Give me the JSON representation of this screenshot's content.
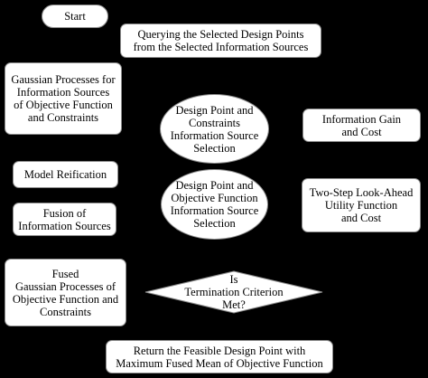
{
  "nodes": {
    "start": "Start",
    "query": "Querying the Selected Design Points\nfrom the Selected Information Sources",
    "gp": "Gaussian Processes for\nInformation Sources\nof Objective Function\nand Constraints",
    "dp_constraints": "Design Point and\nConstraints\nInformation Source\nSelection",
    "info_gain": "Information Gain\nand Cost",
    "reification": "Model Reification",
    "dp_objective": "Design Point and\nObjective Function\nInformation Source\nSelection",
    "fusion": "Fusion of\nInformation Sources",
    "two_step": "Two-Step Look-Ahead\nUtility Function\nand Cost",
    "fused_gp": "Fused\nGaussian Processes of\nObjective Function and\nConstraints",
    "termination": "Is\nTermination Criterion\nMet?",
    "return_point": "Return the Feasible Design Point with\nMaximum Fused Mean of Objective Function"
  },
  "colors": {
    "background": "#000000",
    "node_fill": "#ffffff",
    "node_border": "#8c8c8c",
    "text": "#000000"
  }
}
